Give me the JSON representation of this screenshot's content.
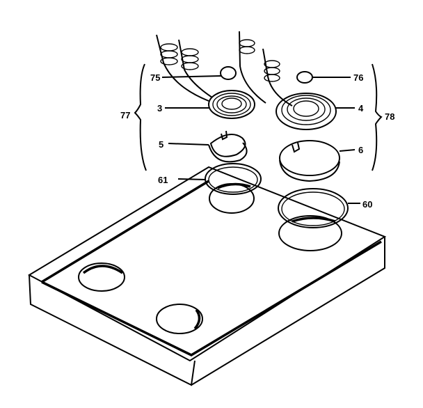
{
  "diagram": {
    "type": "exploded-parts-view",
    "subject": "cooktop surface units",
    "labels": [
      {
        "id": "75",
        "text": "75",
        "part": "indicator-light-left"
      },
      {
        "id": "76",
        "text": "76",
        "part": "indicator-light-right"
      },
      {
        "id": "77",
        "text": "77",
        "part": "left-surface-unit-assembly"
      },
      {
        "id": "78",
        "text": "78",
        "part": "right-surface-unit-assembly"
      },
      {
        "id": "3",
        "text": "3",
        "part": "small-coil-element"
      },
      {
        "id": "4",
        "text": "4",
        "part": "large-coil-element"
      },
      {
        "id": "5",
        "text": "5",
        "part": "small-drip-pan"
      },
      {
        "id": "6",
        "text": "6",
        "part": "large-drip-pan"
      },
      {
        "id": "61",
        "text": "61",
        "part": "small-trim-ring"
      },
      {
        "id": "60",
        "text": "60",
        "part": "large-trim-ring"
      }
    ],
    "colors": {
      "line": "#000000",
      "background": "#ffffff"
    }
  }
}
